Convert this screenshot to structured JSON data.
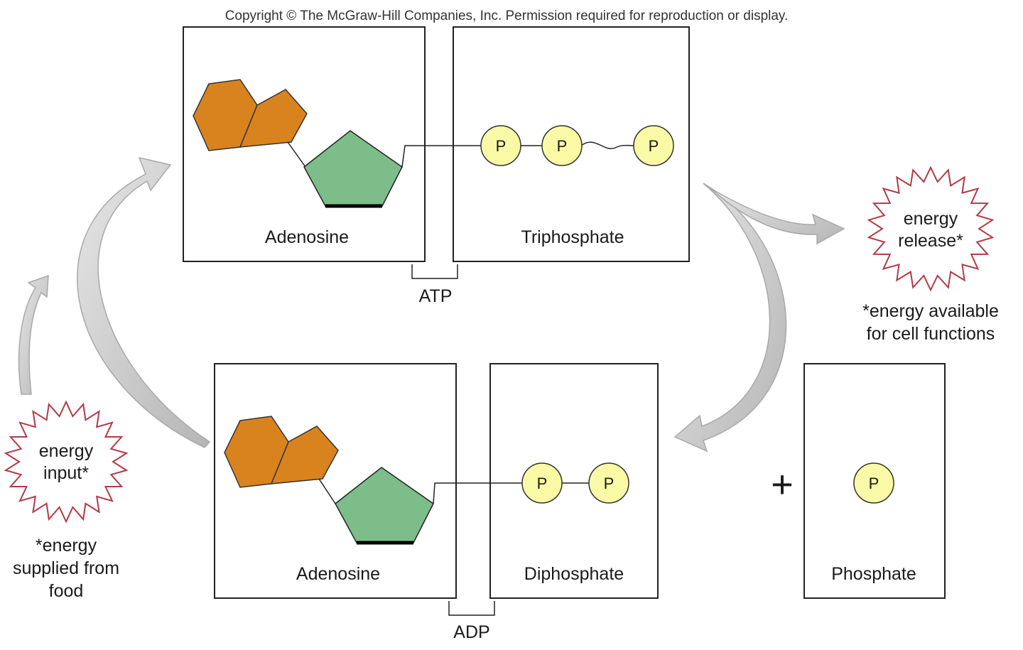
{
  "copyright": "Copyright © The McGraw-Hill Companies, Inc. Permission required for reproduction or display.",
  "atp": {
    "adenosine_label": "Adenosine",
    "phosphate_group_label": "Triphosphate",
    "bracket_label": "ATP"
  },
  "adp": {
    "adenosine_label": "Adenosine",
    "phosphate_group_label": "Diphosphate",
    "bracket_label": "ADP"
  },
  "free_phosphate": {
    "label": "Phosphate",
    "plus": "+"
  },
  "phosphate_symbol": "P",
  "energy_release": {
    "line1": "energy",
    "line2": "release*",
    "note_line1": "*energy available",
    "note_line2": "for cell functions"
  },
  "energy_input": {
    "line1": "energy",
    "line2": "input*",
    "note_line1": "*energy",
    "note_line2": "supplied from",
    "note_line3": "food"
  },
  "colors": {
    "base_orange": "#d9831f",
    "sugar_green": "#7dbd8a",
    "phosphate_yellow": "#fafaa6",
    "starburst_red": "#b23a48",
    "arrow_gray": "#cccccc"
  }
}
